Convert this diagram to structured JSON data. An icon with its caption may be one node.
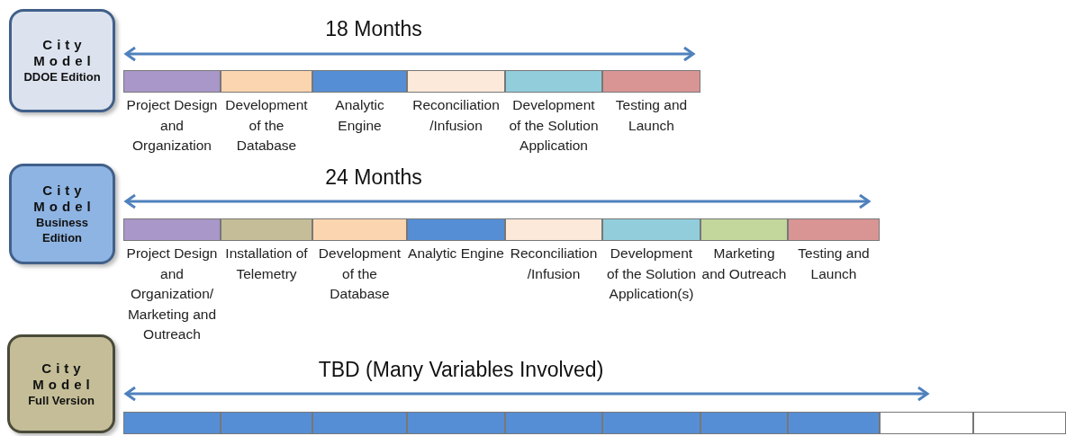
{
  "diagram": {
    "nodes": [
      {
        "text": [
          "City Model",
          "DDOE Edition"
        ]
      },
      {
        "text": [],
        "shape": "bar",
        "beside": [
          "Project Design and Organization"
        ]
      },
      {
        "text": [],
        "shape": "bar",
        "beside": [
          "Development of the Database"
        ]
      },
      {
        "text": [],
        "shape": "bar",
        "beside": [
          "Analytic Engine"
        ]
      },
      {
        "text": [],
        "shape": "bar",
        "beside": [
          "Reconciliation /Infusion"
        ]
      },
      {
        "text": [],
        "shape": "bar",
        "beside": [
          "Development of the Solution Application"
        ]
      },
      {
        "text": [],
        "shape": "bar",
        "beside": [
          "Testing and Launch"
        ]
      },
      {
        "text": [
          "City Model",
          "Business Edition"
        ]
      },
      {
        "text": [],
        "shape": "bar",
        "beside": [
          "Project Design and Organization/ Marketing and Outreach"
        ]
      },
      {
        "text": [],
        "shape": "bar",
        "beside": [
          "Installation of Telemetry"
        ]
      },
      {
        "text": [],
        "shape": "bar",
        "beside": [
          "Development of the Database"
        ]
      },
      {
        "text": [],
        "shape": "bar",
        "beside": [
          "Analytic Engine"
        ]
      },
      {
        "text": [],
        "shape": "bar",
        "beside": [
          "Reconciliation /Infusion"
        ]
      },
      {
        "text": [],
        "shape": "bar",
        "beside": [
          "Development of the Solution Application(s)"
        ]
      },
      {
        "text": [],
        "shape": "bar",
        "beside": [
          "Marketing and Outreach"
        ]
      },
      {
        "text": [],
        "shape": "bar",
        "beside": [
          "Testing and Launch"
        ]
      },
      {
        "text": [
          "City Model",
          "Full Version"
        ]
      },
      {
        "text": [],
        "shape": "bar"
      },
      {
        "text": [],
        "shape": "bar"
      },
      {
        "text": [],
        "shape": "bar"
      },
      {
        "text": [],
        "shape": "bar"
      },
      {
        "text": [],
        "shape": "bar"
      },
      {
        "text": [],
        "shape": "bar"
      },
      {
        "text": [],
        "shape": "bar"
      },
      {
        "text": [],
        "shape": "bar"
      },
      {
        "text": [],
        "shape": "bar"
      },
      {
        "text": [],
        "shape": "bar"
      }
    ],
    "labels": [
      "18 Months",
      "24 Months",
      "TBD (Many Variables Involved)"
    ]
  }
}
